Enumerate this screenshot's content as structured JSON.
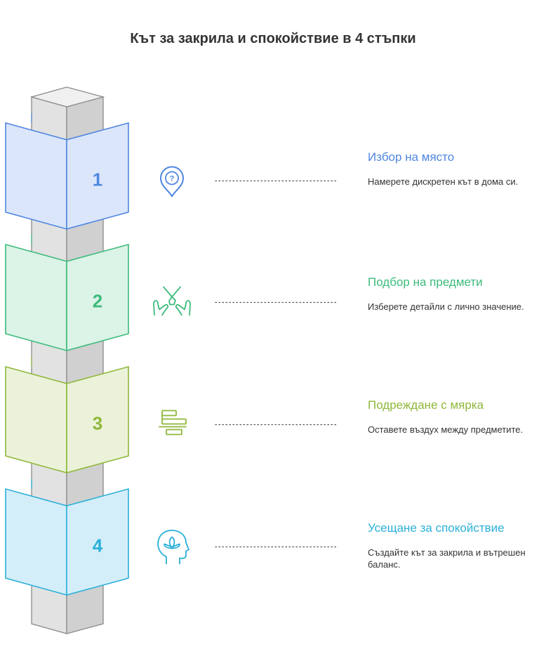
{
  "title": "Кът за закрила и спокойствие в 4 стъпки",
  "colors": {
    "column_face": "#e2e2e2",
    "column_side": "#d0d0d0",
    "column_stroke": "#8a8a8a",
    "dots": "#555555"
  },
  "steps": [
    {
      "number": "1",
      "title": "Избор на място",
      "description": "Намерете дискретен кът в дома си.",
      "icon": "location-question-icon",
      "color": "#4f86e0",
      "fill": "#dbe6fb"
    },
    {
      "number": "2",
      "title": "Подбор на предмети",
      "description": "Изберете детайли с лично значение.",
      "icon": "hands-necklace-icon",
      "color": "#3dbb7b",
      "fill": "#dcf3e7"
    },
    {
      "number": "3",
      "title": "Подреждане с мярка",
      "description": "Оставете въздух между предметите.",
      "icon": "align-bars-icon",
      "color": "#8fb83a",
      "fill": "#ebf2d9"
    },
    {
      "number": "4",
      "title": "Усещане за спокойствие",
      "description": "Създайте кът за закрила и вътрешен баланс.",
      "icon": "mind-lotus-icon",
      "color": "#2bb0d8",
      "fill": "#d4eef9"
    }
  ]
}
